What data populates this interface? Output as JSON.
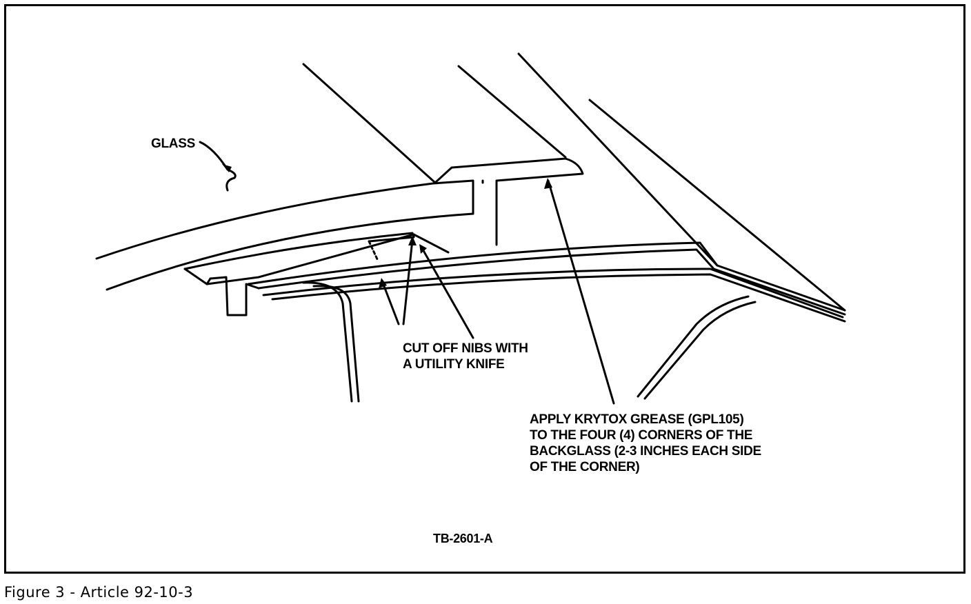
{
  "diagram": {
    "labels": {
      "glass": "GLASS",
      "cut_line1": "CUT OFF NIBS WITH",
      "cut_line2": "A UTILITY KNIFE",
      "apply_line1": "APPLY KRYTOX GREASE (GPL105)",
      "apply_line2": "TO THE FOUR (4) CORNERS OF THE",
      "apply_line3": "BACKGLASS (2-3 INCHES EACH SIDE",
      "apply_line4": "OF THE CORNER)",
      "figure_code": "TB-2601-A"
    }
  },
  "caption": "Figure 3 - Article 92-10-3"
}
